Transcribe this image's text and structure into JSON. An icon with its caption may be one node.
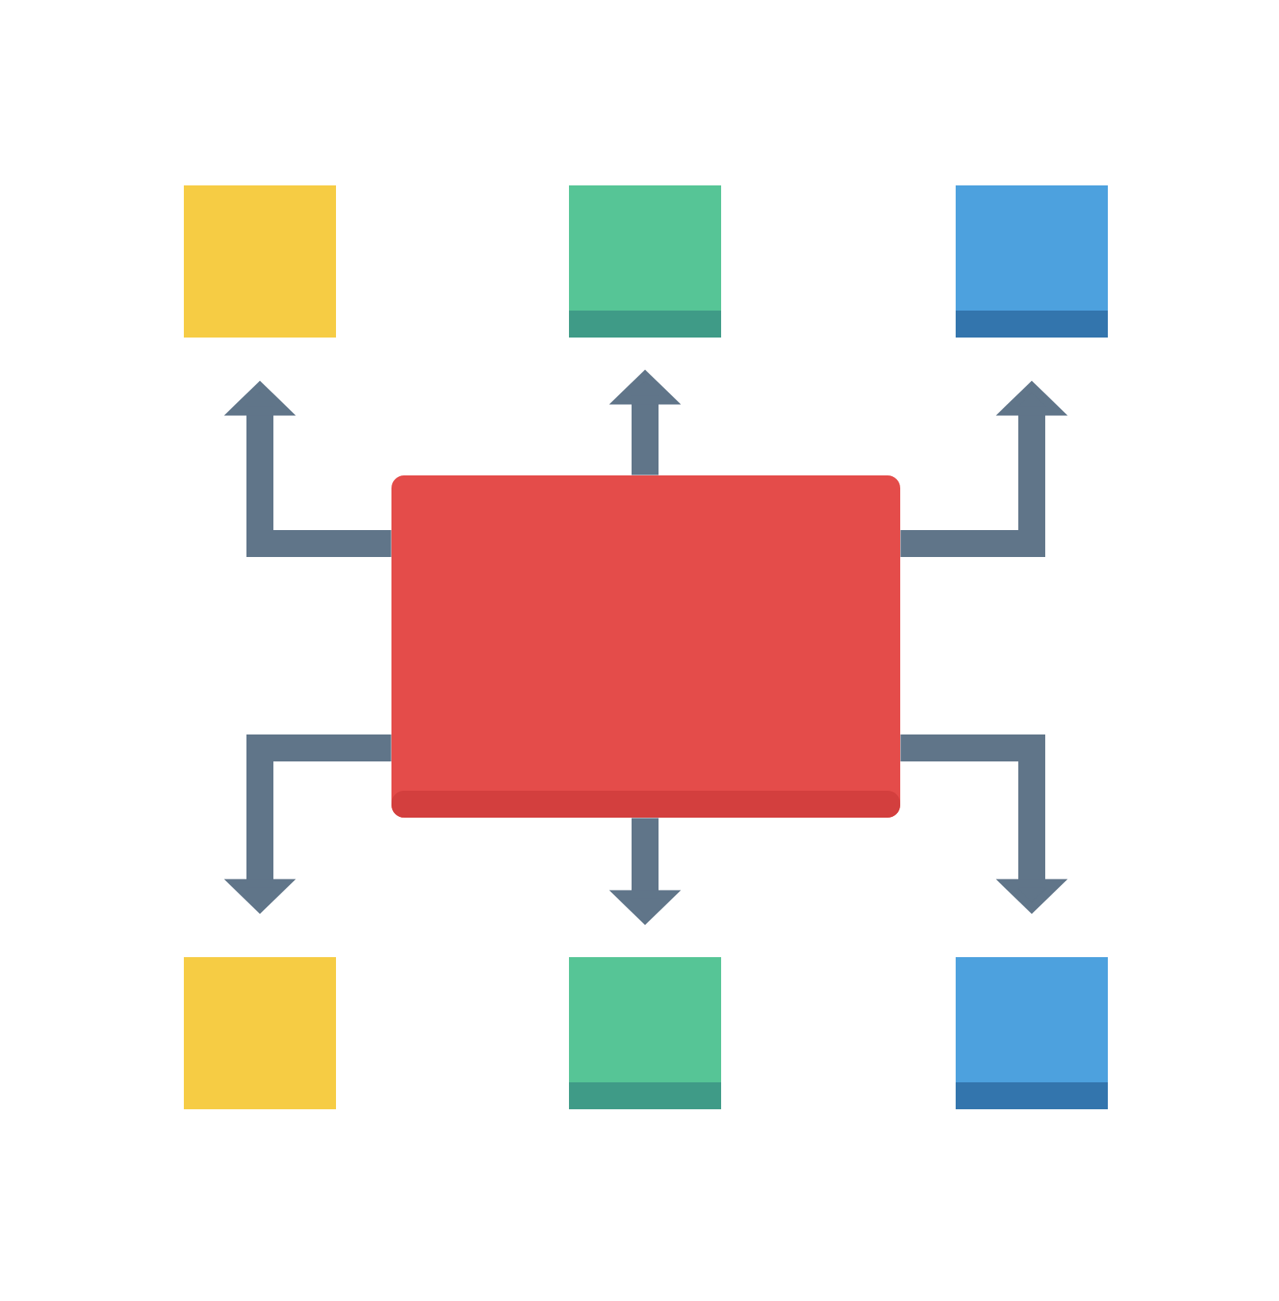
{
  "diagram": {
    "nodes": [
      {
        "text": [],
        "shape": "box"
      },
      {
        "text": [],
        "shape": "box"
      },
      {
        "text": [],
        "shape": "box"
      },
      {
        "text": [],
        "shape": "box"
      },
      {
        "text": [],
        "shape": "box"
      },
      {
        "text": [],
        "shape": "box"
      },
      {
        "text": [],
        "shape": "box"
      }
    ],
    "edges": [
      {
        "from": 3,
        "to": 0,
        "arrow": "to"
      },
      {
        "from": 3,
        "to": 1,
        "arrow": "to"
      },
      {
        "from": 3,
        "to": 2,
        "arrow": "to"
      },
      {
        "from": 3,
        "to": 4,
        "arrow": "to"
      },
      {
        "from": 3,
        "to": 5,
        "arrow": "to"
      },
      {
        "from": 3,
        "to": 6,
        "arrow": "to"
      }
    ]
  }
}
